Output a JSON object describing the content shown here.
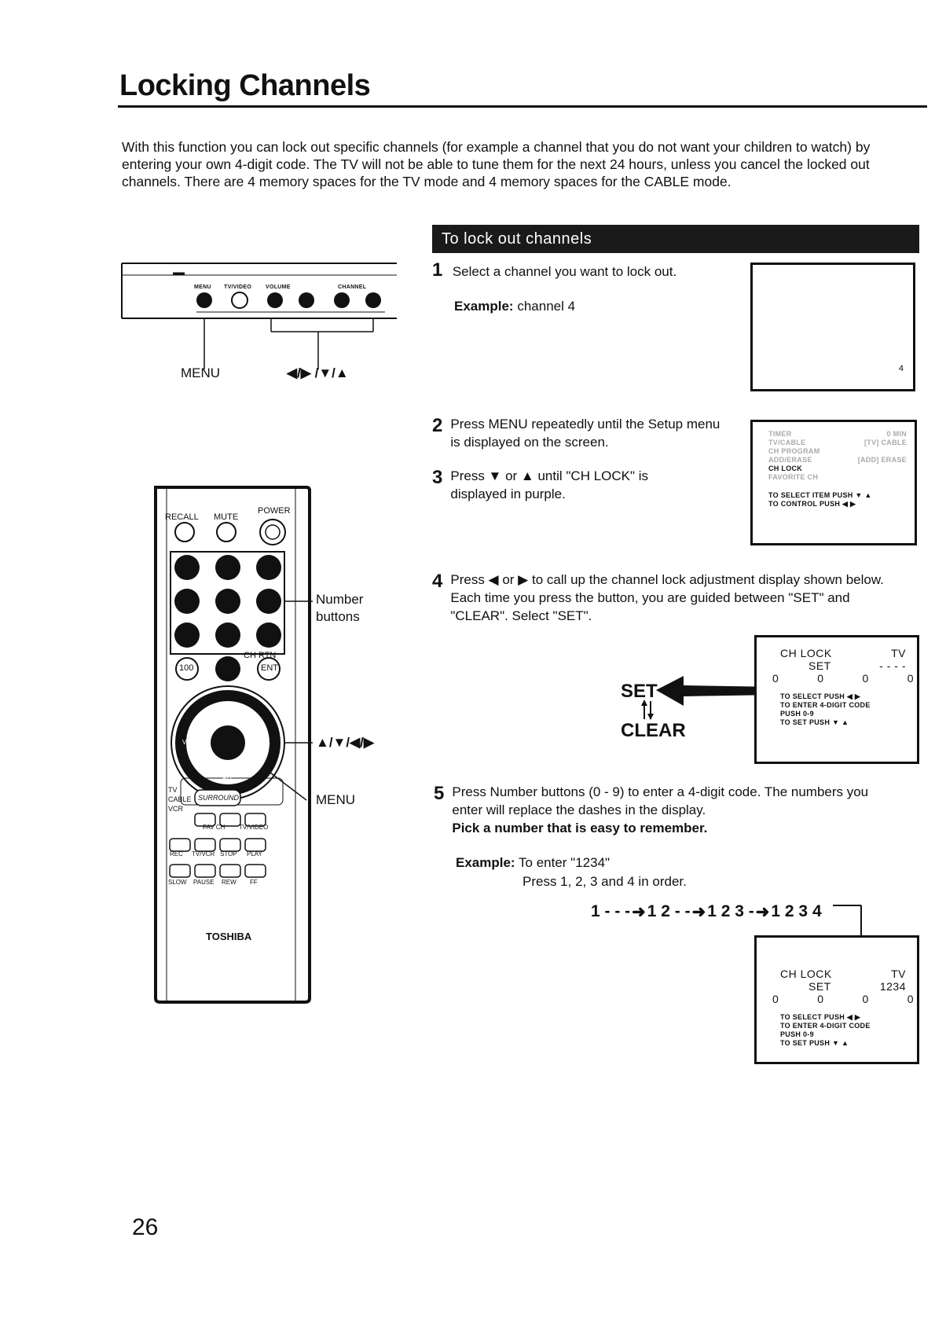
{
  "title": "Locking Channels",
  "intro": "With this function you can lock out specific channels (for example a channel that you do not want your children to watch) by entering your own 4-digit code. The TV will not be able to tune them for the next 24 hours, unless you cancel the locked out channels. There are 4 memory spaces for the TV mode and 4 memory spaces for the CABLE mode.",
  "section_heading": "To lock out channels",
  "tv_panel": {
    "labels": [
      "MENU",
      "TV/VIDEO",
      "VOLUME",
      "CHANNEL"
    ],
    "callout_menu": "MENU",
    "callout_arrows": "◀/▶ /▼/▲"
  },
  "remote": {
    "top_labels": [
      "RECALL",
      "MUTE",
      "POWER"
    ],
    "chrtn": "CH RTN",
    "btn_100": "100",
    "btn_ent": "ENT",
    "ch_top": "CH",
    "ch_bottom": "CH",
    "vol_left": "VOL",
    "vol_right": "VOL",
    "mode_tv": "TV",
    "mode_cable": "CABLE",
    "mode_vcr": "VCR",
    "surround": "SURROUND",
    "row1": [
      "FAV CH",
      "TV/VIDEO"
    ],
    "row2": [
      "REC",
      "TV/VCR",
      "STOP",
      "PLAY"
    ],
    "row3": [
      "SLOW",
      "PAUSE",
      "REW",
      "FF"
    ],
    "brand": "TOSHIBA",
    "callout_number": "Number buttons",
    "callout_nav": "▲/▼/◀/▶",
    "callout_menu": "MENU"
  },
  "steps": [
    {
      "num": "1",
      "text": "Select a channel you want to lock out."
    },
    {
      "num": "2",
      "text": "Press MENU repeatedly until the Setup menu is displayed on the screen."
    },
    {
      "num": "3",
      "text": "Press ▼ or ▲ until \"CH LOCK\" is displayed in purple."
    },
    {
      "num": "4",
      "text": "Press ◀ or ▶ to call up the channel lock adjustment display shown below. Each time you press the button, you are guided between \"SET\" and \"CLEAR\". Select \"SET\"."
    },
    {
      "num": "5",
      "text": "Press Number buttons (0 - 9) to enter a 4-digit code. The numbers you enter will replace the dashes in the display.",
      "bold": "Pick a number that is easy to remember."
    }
  ],
  "example1": {
    "label": "Example:",
    "text": "channel 4"
  },
  "example2": {
    "label": "Example:",
    "text": "To enter \"1234\"",
    "text2": "Press 1, 2, 3 and 4 in order."
  },
  "screen1": {
    "channel": "4"
  },
  "screen2": {
    "menu_rows": [
      {
        "left": "TIMER",
        "right": "0 MIN"
      },
      {
        "left": "TV/CABLE",
        "right": "[TV] CABLE"
      },
      {
        "left": "CH PROGRAM",
        "right": ""
      },
      {
        "left": "ADD/ERASE",
        "right": "[ADD] ERASE"
      }
    ],
    "ch_lock": "CH LOCK",
    "favorite": "FAVORITE CH",
    "footer1": "TO SELECT ITEM PUSH ▼ ▲",
    "footer2": "TO CONTROL PUSH ◀ ▶"
  },
  "screen3": {
    "title": "CH LOCK",
    "mode": "TV",
    "set": "SET",
    "code": "- - - -",
    "digits": [
      "0",
      "0",
      "0",
      "0"
    ],
    "f1": "TO SELECT PUSH ◀ ▶",
    "f2": "TO ENTER 4-DIGIT CODE",
    "f3": "PUSH 0-9",
    "f4": "TO SET PUSH ▼ ▲"
  },
  "set_clear": {
    "set": "SET",
    "clear": "CLEAR"
  },
  "sequence": [
    "1 - - -",
    "1 2 - -",
    "1 2 3 -",
    "1 2 3 4"
  ],
  "screen4": {
    "title": "CH LOCK",
    "mode": "TV",
    "set": "SET",
    "code": "1234",
    "digits": [
      "0",
      "0",
      "0",
      "0"
    ],
    "f1": "TO SELECT PUSH ◀ ▶",
    "f2": "TO ENTER 4-DIGIT CODE",
    "f3": "PUSH 0-9",
    "f4": "TO SET PUSH ▼ ▲"
  },
  "page_number": "26"
}
